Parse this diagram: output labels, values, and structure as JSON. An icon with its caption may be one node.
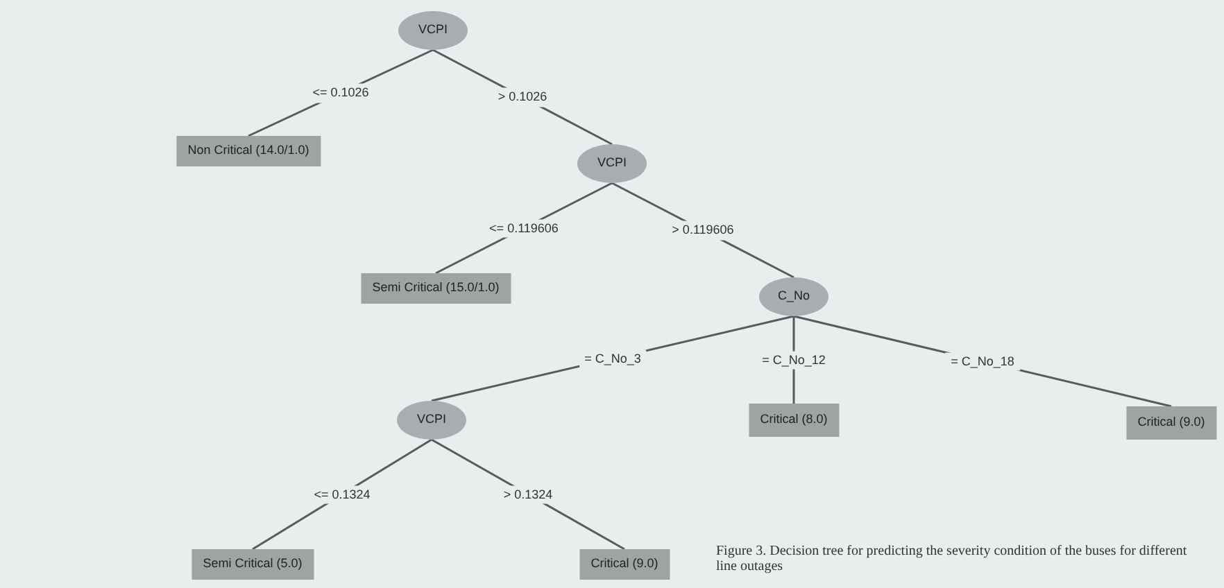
{
  "diagram": {
    "caption": "Figure 3. Decision tree for predicting the severity condition of the buses for different line outages",
    "nodes": [
      {
        "text": [
          "VCPI"
        ]
      },
      {
        "text": [
          "Non Critical (14.0/1.0)"
        ]
      },
      {
        "text": [
          "VCPI"
        ]
      },
      {
        "text": [
          "Semi Critical (15.0/1.0)"
        ]
      },
      {
        "text": [
          "C_No"
        ]
      },
      {
        "text": [
          "VCPI"
        ]
      },
      {
        "text": [
          "Critical (8.0)"
        ]
      },
      {
        "text": [
          "Critical (9.0)"
        ]
      },
      {
        "text": [
          "Semi Critical (5.0)"
        ]
      },
      {
        "text": [
          "Critical (9.0)"
        ]
      }
    ],
    "edges": [
      {
        "from": 0,
        "to": 1,
        "arrow": "none",
        "label": "<= 0.1026"
      },
      {
        "from": 0,
        "to": 2,
        "arrow": "none",
        "label": "> 0.1026"
      },
      {
        "from": 2,
        "to": 3,
        "arrow": "none",
        "label": "<= 0.119606"
      },
      {
        "from": 2,
        "to": 4,
        "arrow": "none",
        "label": "> 0.119606"
      },
      {
        "from": 4,
        "to": 5,
        "arrow": "none",
        "label": "= C_No_3"
      },
      {
        "from": 4,
        "to": 6,
        "arrow": "none",
        "label": "= C_No_12"
      },
      {
        "from": 4,
        "to": 7,
        "arrow": "none",
        "label": "= C_No_18"
      },
      {
        "from": 5,
        "to": 8,
        "arrow": "none",
        "label": "<= 0.1324"
      },
      {
        "from": 5,
        "to": 9,
        "arrow": "none",
        "label": "> 0.1324"
      }
    ]
  }
}
